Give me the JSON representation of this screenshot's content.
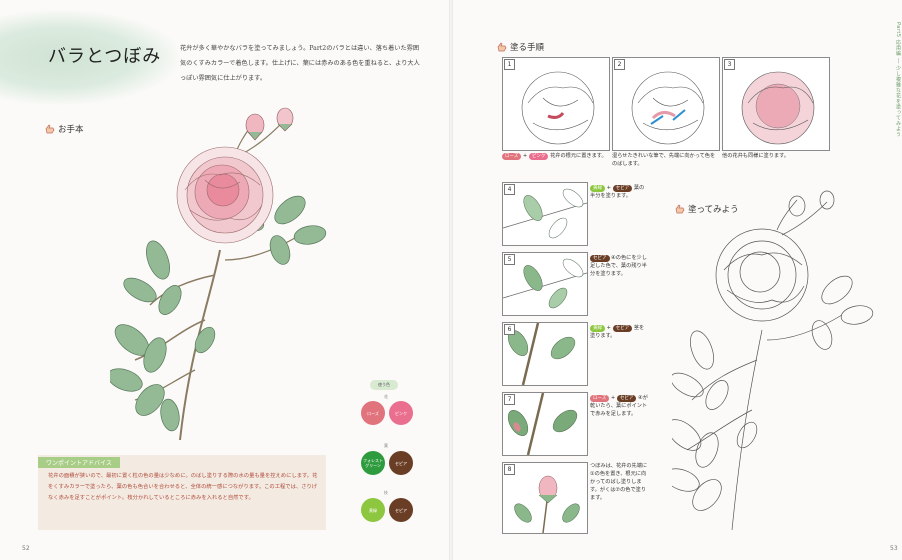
{
  "left_page": {
    "title": "バラとつぼみ",
    "intro": "花弁が多く華やかなバラを塗ってみましょう。Part2のバラとは違い、落ち着いた雰囲気のくすみカラーで着色します。仕上げに、葉には赤みのある色を重ねると、より大人っぽい雰囲気に仕上がります。",
    "example_heading": "お手本",
    "advice_label": "ワンポイントアドバイス",
    "advice_text": "花弁の面積が狭いので、最初に置く粒の色の量は少なめに。のばし塗りする際の水の量も量を控えめにします。花をくすみカラーで塗ったら、葉の色も色合いを合わせると、全体の統一感につながります。この工程では、さりげなく赤みを足すことがポイント。枝分かれしているところに赤みを入れると自然です。",
    "palette_title": "使う色",
    "palette_groups": [
      "花",
      "葉",
      "枝"
    ],
    "pencils": [
      {
        "label": "ローズ",
        "color": "#e0737c"
      },
      {
        "label": "ピンク",
        "color": "#ea6f8e"
      },
      {
        "label": "フォレスト グリーン",
        "color": "#2f9b3f"
      },
      {
        "label": "セピア",
        "color": "#6a3d25"
      },
      {
        "label": "黄緑",
        "color": "#8dc63f"
      },
      {
        "label": "セピア",
        "color": "#6a3d25"
      }
    ],
    "page_number": "52"
  },
  "right_page": {
    "steps_heading": "塗る手順",
    "try_heading": "塗ってみよう",
    "side_tab": "Part5 応用編 ― 少し複雑な花を塗ってみよう",
    "steps": [
      {
        "n": "1",
        "caption": "花弁の根元に置きます。"
      },
      {
        "n": "2",
        "caption": "湿らせたきれいな筆で、先端に向かって色をのばします。"
      },
      {
        "n": "3",
        "caption": "他の花弁も同様に塗ります。"
      },
      {
        "n": "4",
        "caption": "葉の半分を塗ります。"
      },
      {
        "n": "5",
        "caption": "④の色にを少し足した色で、葉の残り半分を塗ります。"
      },
      {
        "n": "6",
        "caption": "茎を塗ります。"
      },
      {
        "n": "7",
        "caption": "④が乾いたら、葉にポイントで赤みを足します。"
      },
      {
        "n": "8",
        "caption": "つぼみは、花弁の先端に①の色を置き、根元に向かってのばし塗りします。がくは⑦の色で塗ります。"
      }
    ],
    "chips": {
      "s1a": "ローズ",
      "s1b": "ピンク",
      "s4a": "黄緑",
      "s4b": "セピア",
      "s5a": "セピア",
      "s6a": "黄緑",
      "s6b": "セピア",
      "s7a": "ローズ",
      "s7b": "セピア"
    },
    "page_number": "53"
  },
  "colors": {
    "rose_pink": "#e48a9a",
    "leaf_green": "#8fb68f",
    "title_bg": "#dcebdf",
    "advice_bg": "#f3ebe2",
    "advice_text": "#b04a3a"
  }
}
